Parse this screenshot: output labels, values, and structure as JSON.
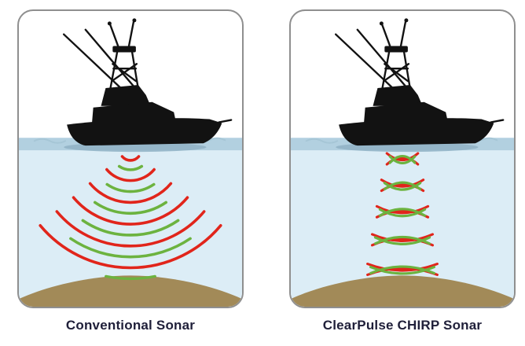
{
  "figure": {
    "panels": [
      {
        "id": "conventional",
        "label": "Conventional Sonar"
      },
      {
        "id": "chirp",
        "label": "ClearPulse CHIRP Sonar"
      }
    ]
  },
  "colors": {
    "sonar_red": "#e1251b",
    "sonar_green": "#6cb33f",
    "water": "#dcedf6",
    "water_surface": "#b2d0e0",
    "seafloor": "#a28a58",
    "boat": "#121212",
    "panel_border": "#8f8f8f",
    "label_text": "#20203a"
  }
}
